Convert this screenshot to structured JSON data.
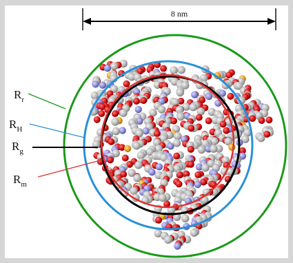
{
  "scale_bar": {
    "label": "8 nm"
  },
  "radii": [
    {
      "main": "R",
      "sub": "r",
      "color": "#1a9a1a"
    },
    {
      "main": "R",
      "sub": "H",
      "color": "#2a90d8"
    },
    {
      "main": "R",
      "sub": "g",
      "color": "#000000"
    },
    {
      "main": "R",
      "sub": "m",
      "color": "#e03030"
    }
  ],
  "atom_colors": {
    "carbon": "#b4b4b4",
    "oxygen": "#d01010",
    "nitrogen": "#8a8ad8",
    "sulfur": "#e8a020"
  }
}
